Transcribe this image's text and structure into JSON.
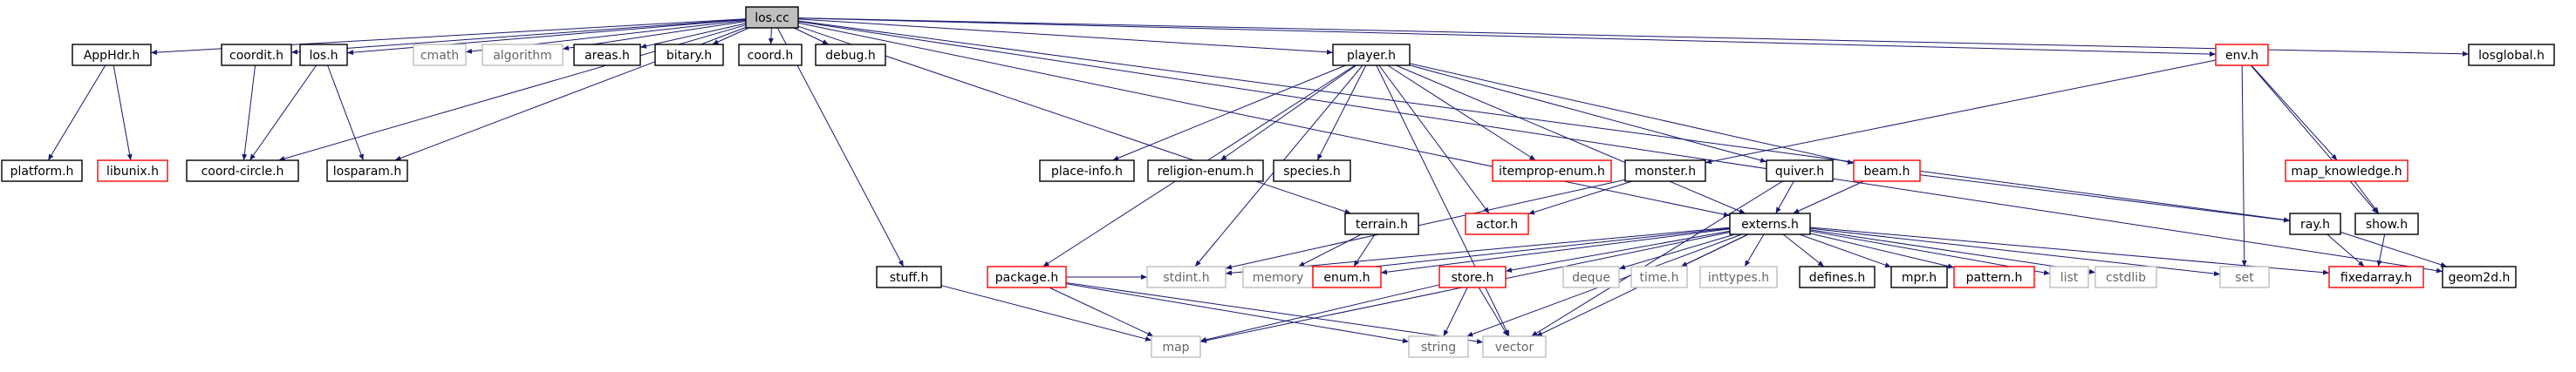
{
  "colors": {
    "edge": "#191970",
    "root_fill": "#bfbfbf",
    "border_normal": "#000000",
    "border_missing": "#ff0000",
    "border_external": "#bfbfbf",
    "text_normal": "#000000",
    "text_external": "#666666"
  },
  "nodes": [
    {
      "id": "los_cc",
      "label": "los.cc",
      "kind": "root"
    },
    {
      "id": "AppHdr_h",
      "label": "AppHdr.h",
      "kind": "normal"
    },
    {
      "id": "platform_h",
      "label": "platform.h",
      "kind": "normal"
    },
    {
      "id": "libunix_h",
      "label": "libunix.h",
      "kind": "missing"
    },
    {
      "id": "coordit_h",
      "label": "coordit.h",
      "kind": "normal"
    },
    {
      "id": "coord_circle_h",
      "label": "coord-circle.h",
      "kind": "normal"
    },
    {
      "id": "los_h",
      "label": "los.h",
      "kind": "normal"
    },
    {
      "id": "losparam_h",
      "label": "losparam.h",
      "kind": "normal"
    },
    {
      "id": "cmath",
      "label": "cmath",
      "kind": "external"
    },
    {
      "id": "algorithm",
      "label": "algorithm",
      "kind": "external"
    },
    {
      "id": "areas_h",
      "label": "areas.h",
      "kind": "normal"
    },
    {
      "id": "bitary_h",
      "label": "bitary.h",
      "kind": "normal"
    },
    {
      "id": "coord_h",
      "label": "coord.h",
      "kind": "normal"
    },
    {
      "id": "debug_h",
      "label": "debug.h",
      "kind": "normal"
    },
    {
      "id": "stuff_h",
      "label": "stuff.h",
      "kind": "normal"
    },
    {
      "id": "player_h",
      "label": "player.h",
      "kind": "normal"
    },
    {
      "id": "env_h",
      "label": "env.h",
      "kind": "missing"
    },
    {
      "id": "losglobal_h",
      "label": "losglobal.h",
      "kind": "normal"
    },
    {
      "id": "package_h",
      "label": "package.h",
      "kind": "missing"
    },
    {
      "id": "place_info_h",
      "label": "place-info.h",
      "kind": "normal"
    },
    {
      "id": "religion_enum_h",
      "label": "religion-enum.h",
      "kind": "normal"
    },
    {
      "id": "species_h",
      "label": "species.h",
      "kind": "normal"
    },
    {
      "id": "itemprop_enum_h",
      "label": "itemprop-enum.h",
      "kind": "missing"
    },
    {
      "id": "monster_h",
      "label": "monster.h",
      "kind": "normal"
    },
    {
      "id": "quiver_h",
      "label": "quiver.h",
      "kind": "normal"
    },
    {
      "id": "beam_h",
      "label": "beam.h",
      "kind": "missing"
    },
    {
      "id": "map_knowledge_h",
      "label": "map_knowledge.h",
      "kind": "missing"
    },
    {
      "id": "show_h",
      "label": "show.h",
      "kind": "normal"
    },
    {
      "id": "terrain_h",
      "label": "terrain.h",
      "kind": "normal"
    },
    {
      "id": "actor_h",
      "label": "actor.h",
      "kind": "missing"
    },
    {
      "id": "externs_h",
      "label": "externs.h",
      "kind": "normal"
    },
    {
      "id": "ray_h",
      "label": "ray.h",
      "kind": "normal"
    },
    {
      "id": "stdint_h",
      "label": "stdint.h",
      "kind": "external"
    },
    {
      "id": "memory",
      "label": "memory",
      "kind": "external"
    },
    {
      "id": "enum_h",
      "label": "enum.h",
      "kind": "missing"
    },
    {
      "id": "store_h",
      "label": "store.h",
      "kind": "missing"
    },
    {
      "id": "deque",
      "label": "deque",
      "kind": "external"
    },
    {
      "id": "time_h",
      "label": "time.h",
      "kind": "external"
    },
    {
      "id": "inttypes_h",
      "label": "inttypes.h",
      "kind": "external"
    },
    {
      "id": "defines_h",
      "label": "defines.h",
      "kind": "normal"
    },
    {
      "id": "mpr_h",
      "label": "mpr.h",
      "kind": "normal"
    },
    {
      "id": "pattern_h",
      "label": "pattern.h",
      "kind": "missing"
    },
    {
      "id": "list",
      "label": "list",
      "kind": "external"
    },
    {
      "id": "cstdlib",
      "label": "cstdlib",
      "kind": "external"
    },
    {
      "id": "set",
      "label": "set",
      "kind": "external"
    },
    {
      "id": "fixedarray_h",
      "label": "fixedarray.h",
      "kind": "missing"
    },
    {
      "id": "geom2d_h",
      "label": "geom2d.h",
      "kind": "normal"
    },
    {
      "id": "map",
      "label": "map",
      "kind": "external"
    },
    {
      "id": "string",
      "label": "string",
      "kind": "external"
    },
    {
      "id": "vector",
      "label": "vector",
      "kind": "external"
    }
  ],
  "edges": [
    [
      "los_cc",
      "AppHdr_h"
    ],
    [
      "los_cc",
      "coordit_h"
    ],
    [
      "los_cc",
      "los_h"
    ],
    [
      "los_cc",
      "coord_circle_h"
    ],
    [
      "los_cc",
      "losparam_h"
    ],
    [
      "los_cc",
      "cmath"
    ],
    [
      "los_cc",
      "algorithm"
    ],
    [
      "los_cc",
      "areas_h"
    ],
    [
      "los_cc",
      "bitary_h"
    ],
    [
      "los_cc",
      "coord_h"
    ],
    [
      "los_cc",
      "debug_h"
    ],
    [
      "los_cc",
      "stuff_h"
    ],
    [
      "los_cc",
      "player_h"
    ],
    [
      "los_cc",
      "env_h"
    ],
    [
      "los_cc",
      "losglobal_h"
    ],
    [
      "los_cc",
      "terrain_h"
    ],
    [
      "los_cc",
      "externs_h"
    ],
    [
      "los_cc",
      "ray_h"
    ],
    [
      "los_cc",
      "geom2d_h"
    ],
    [
      "AppHdr_h",
      "platform_h"
    ],
    [
      "AppHdr_h",
      "libunix_h"
    ],
    [
      "coordit_h",
      "coord_circle_h"
    ],
    [
      "los_h",
      "coord_circle_h"
    ],
    [
      "los_h",
      "losparam_h"
    ],
    [
      "stuff_h",
      "map"
    ],
    [
      "player_h",
      "package_h"
    ],
    [
      "player_h",
      "place_info_h"
    ],
    [
      "player_h",
      "religion_enum_h"
    ],
    [
      "player_h",
      "species_h"
    ],
    [
      "player_h",
      "itemprop_enum_h"
    ],
    [
      "player_h",
      "quiver_h"
    ],
    [
      "player_h",
      "beam_h"
    ],
    [
      "player_h",
      "actor_h"
    ],
    [
      "player_h",
      "stdint_h"
    ],
    [
      "player_h",
      "vector"
    ],
    [
      "player_h",
      "externs_h"
    ],
    [
      "package_h",
      "stdint_h"
    ],
    [
      "package_h",
      "map"
    ],
    [
      "package_h",
      "string"
    ],
    [
      "package_h",
      "vector"
    ],
    [
      "env_h",
      "monster_h"
    ],
    [
      "env_h",
      "map_knowledge_h"
    ],
    [
      "env_h",
      "show_h"
    ],
    [
      "env_h",
      "set"
    ],
    [
      "map_knowledge_h",
      "show_h"
    ],
    [
      "show_h",
      "fixedarray_h"
    ],
    [
      "monster_h",
      "actor_h"
    ],
    [
      "monster_h",
      "stdint_h"
    ],
    [
      "quiver_h",
      "externs_h"
    ],
    [
      "quiver_h",
      "vector"
    ],
    [
      "beam_h",
      "externs_h"
    ],
    [
      "beam_h",
      "ray_h"
    ],
    [
      "terrain_h",
      "memory"
    ],
    [
      "terrain_h",
      "enum_h"
    ],
    [
      "externs_h",
      "stdint_h"
    ],
    [
      "externs_h",
      "memory"
    ],
    [
      "externs_h",
      "enum_h"
    ],
    [
      "externs_h",
      "store_h"
    ],
    [
      "externs_h",
      "deque"
    ],
    [
      "externs_h",
      "time_h"
    ],
    [
      "externs_h",
      "inttypes_h"
    ],
    [
      "externs_h",
      "defines_h"
    ],
    [
      "externs_h",
      "mpr_h"
    ],
    [
      "externs_h",
      "pattern_h"
    ],
    [
      "externs_h",
      "list"
    ],
    [
      "externs_h",
      "cstdlib"
    ],
    [
      "externs_h",
      "set"
    ],
    [
      "externs_h",
      "fixedarray_h"
    ],
    [
      "externs_h",
      "map"
    ],
    [
      "externs_h",
      "string"
    ],
    [
      "externs_h",
      "vector"
    ],
    [
      "store_h",
      "map"
    ],
    [
      "store_h",
      "string"
    ],
    [
      "store_h",
      "vector"
    ],
    [
      "ray_h",
      "fixedarray_h"
    ],
    [
      "ray_h",
      "geom2d_h"
    ]
  ]
}
